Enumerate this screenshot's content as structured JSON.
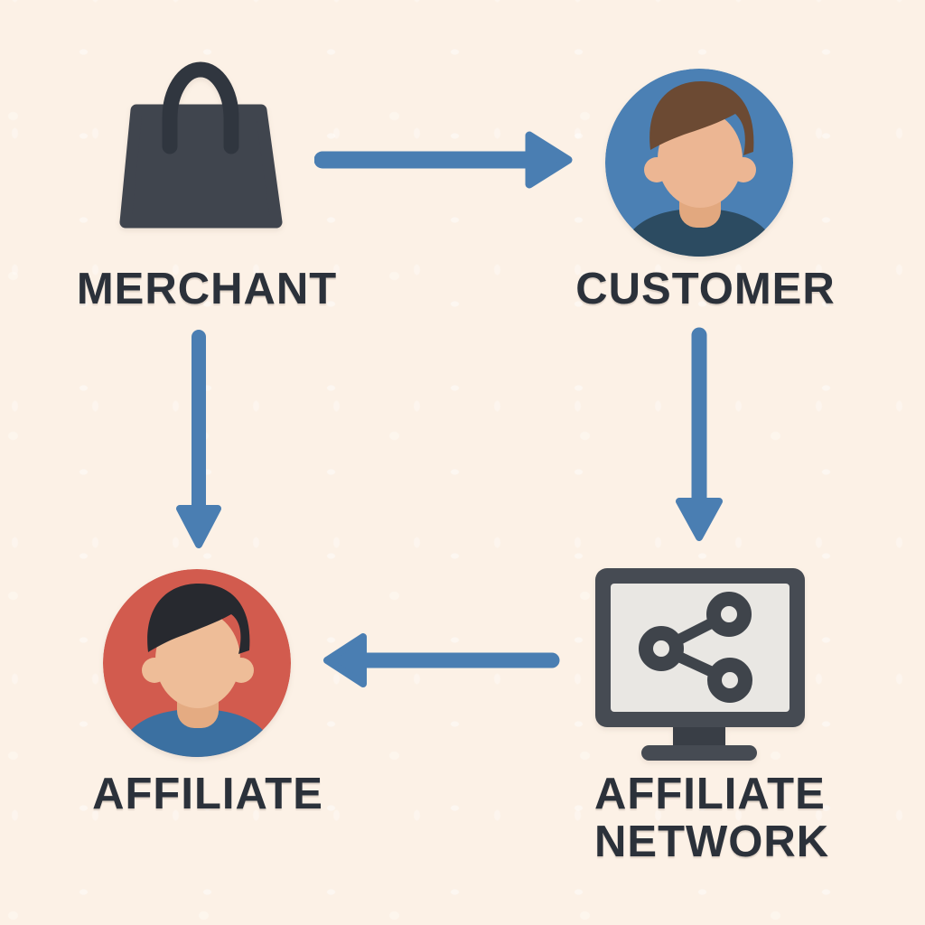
{
  "diagram": {
    "type": "flowchart",
    "topic": "affiliate marketing flow",
    "background_color": "#fcf1e6",
    "nodes": {
      "merchant": {
        "label": "MERCHANT",
        "icon": "shopping-bag-icon"
      },
      "customer": {
        "label": "CUSTOMER",
        "icon": "person-avatar-icon",
        "circle_color": "#4b80b4"
      },
      "affiliate": {
        "label": "AFFILIATE",
        "icon": "person-avatar-icon",
        "circle_color": "#d25b4e"
      },
      "network": {
        "label_line1": "AFFILIATE",
        "label_line2": "NETWORK",
        "icon": "monitor-share-icon"
      }
    },
    "edges": [
      {
        "from": "MERCHANT",
        "to": "CUSTOMER",
        "direction": "right"
      },
      {
        "from": "CUSTOMER",
        "to": "AFFILIATE NETWORK",
        "direction": "down"
      },
      {
        "from": "MERCHANT",
        "to": "AFFILIATE",
        "direction": "down"
      },
      {
        "from": "AFFILIATE NETWORK",
        "to": "AFFILIATE",
        "direction": "left"
      }
    ],
    "colors": {
      "arrow": "#4a7eb2",
      "label_text": "#2b313a",
      "bag": "#40454e",
      "bag_handle": "#30363f",
      "monitor_frame": "#464b53",
      "monitor_screen": "#e9e7e3",
      "skin": "#ecb693",
      "hair_brown": "#6c4a33",
      "hair_dark": "#27292f",
      "shirt_teal": "#2c4b61",
      "shirt_blue": "#3b70a1"
    }
  }
}
